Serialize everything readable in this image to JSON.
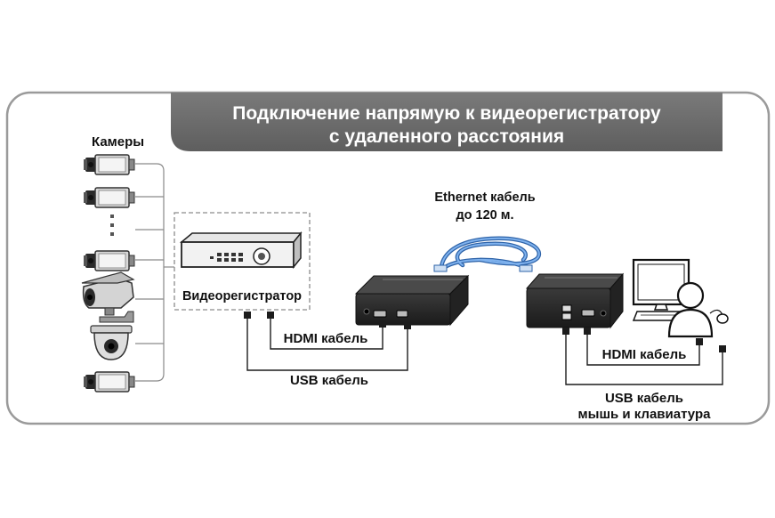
{
  "title": {
    "line1": "Подключение напрямую к видеорегистратору",
    "line2": "с удаленного расстояния"
  },
  "labels": {
    "cameras": "Камеры",
    "dvr": "Видеорегистратор",
    "ethernet_line1": "Ethernet кабель",
    "ethernet_line2": "до 120 м.",
    "hdmi_left": "HDMI кабель",
    "usb_left": "USB кабель",
    "hdmi_right": "HDMI кабель",
    "usb_right_line1": "USB кабель",
    "usb_right_line2": "мышь и клавиатура"
  },
  "icons": {
    "camera": "box-camera-icon",
    "bullet_camera": "bullet-camera-icon",
    "dome_camera": "dome-camera-icon",
    "dvr": "dvr-icon",
    "transmitter": "hdmi-transmitter-icon",
    "receiver": "hdmi-receiver-icon",
    "ethernet": "ethernet-cable-icon",
    "monitor": "monitor-icon",
    "keyboard": "keyboard-icon",
    "user": "user-icon",
    "mouse": "mouse-icon"
  },
  "colors": {
    "frame": "#9a9a9a",
    "title_bg": "#6e6e6e",
    "device": "#2b2b2b",
    "ethernet_cable": "#4a86d6"
  }
}
